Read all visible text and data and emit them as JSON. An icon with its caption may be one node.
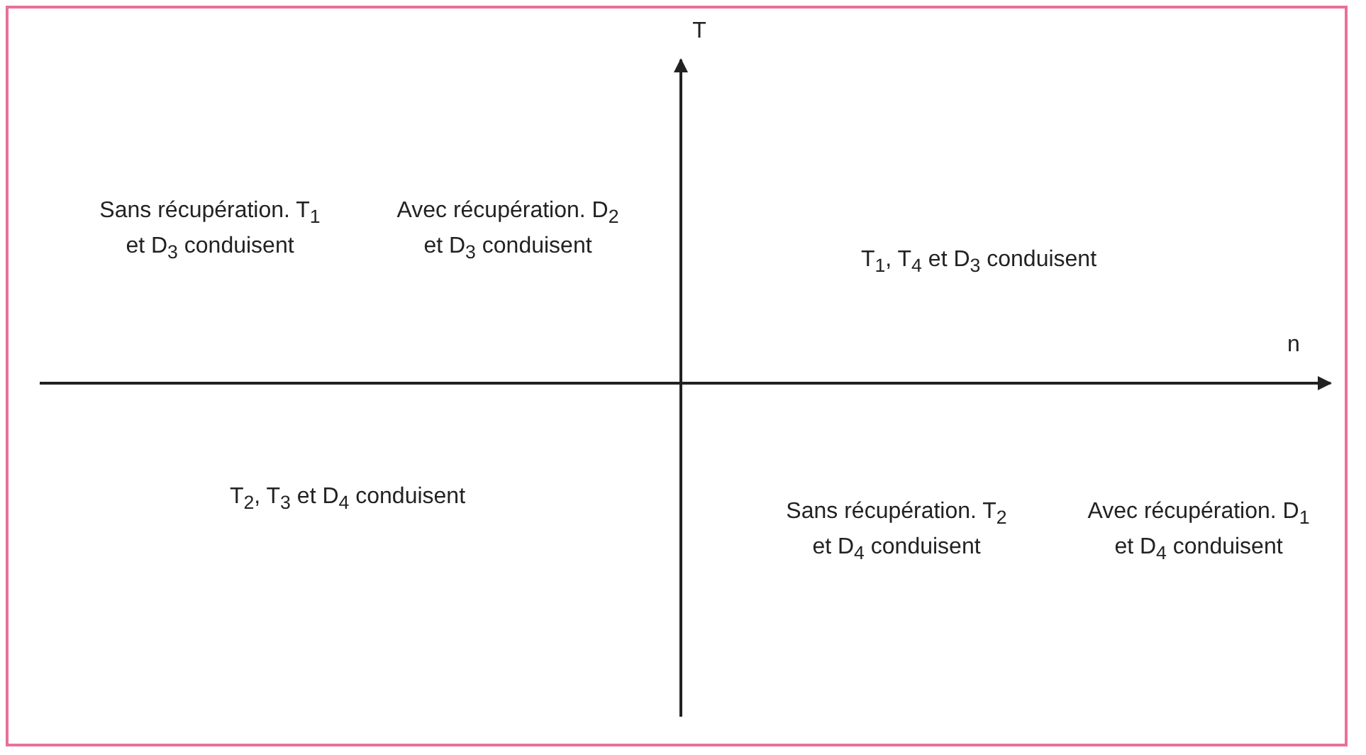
{
  "diagram": {
    "labels": [
      "T",
      "Sans récupération. T$_{1}$ et D$_{3}$ conduisent",
      "Avec récupération. D$_{2}$ et D$_{3}$ conduisent",
      "T$_{1}$, T$_{4}$ et D$_{3}$ conduisent",
      "n",
      "T$_{2}$, T$_{3}$ et D$_{4}$ conduisent",
      "Sans récupération. T$_{2}$ et D$_{4}$ conduisent",
      "Avec récupération. D$_{1}$ et D$_{4}$ conduisent"
    ]
  }
}
